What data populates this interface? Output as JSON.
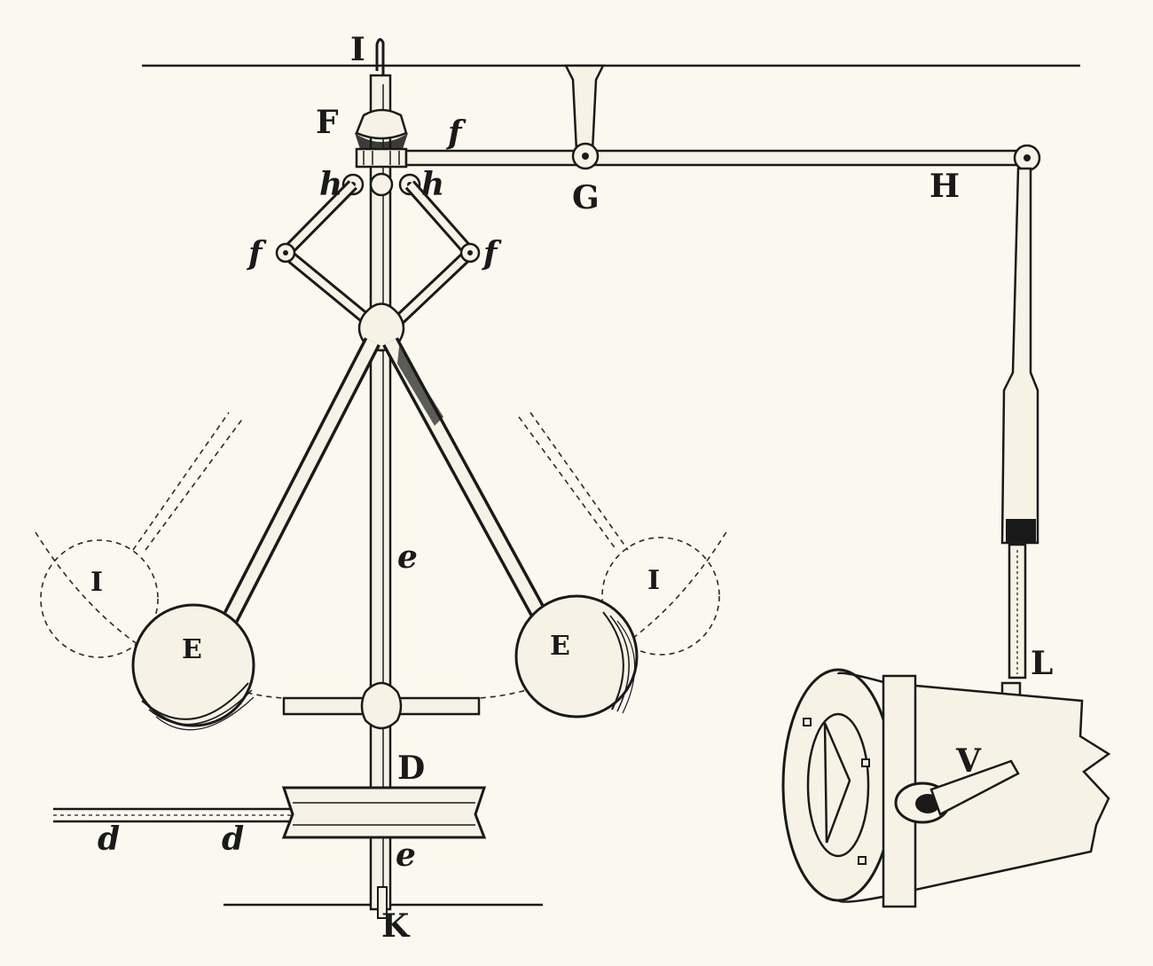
{
  "labels": {
    "I_top": "I",
    "F": "F",
    "f_top": "f",
    "h_left": "h",
    "h_right": "h",
    "G": "G",
    "H": "H",
    "f_left": "f",
    "f_right": "f",
    "e_upper": "e",
    "I_left": "I",
    "I_right": "I",
    "E_left": "E",
    "E_right": "E",
    "L": "L",
    "V": "V",
    "D": "D",
    "d_left": "d",
    "d_right": "d",
    "e_lower": "e",
    "K": "K"
  },
  "colors": {
    "ink": "#1a1a1a",
    "paper": "#faf8ef"
  }
}
